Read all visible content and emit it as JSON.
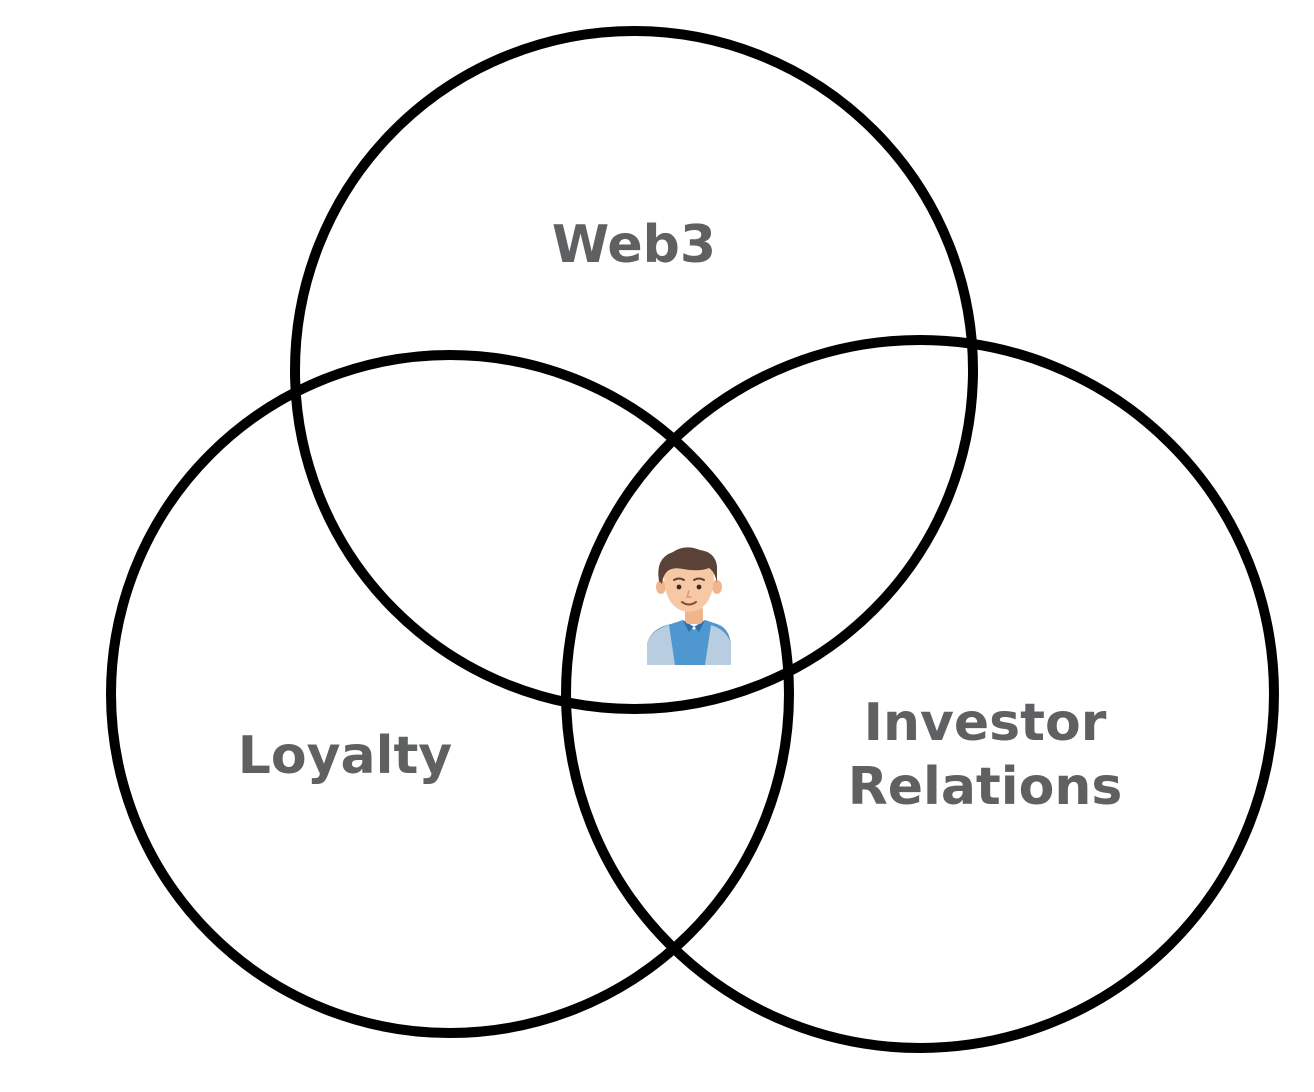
{
  "diagram": {
    "type": "venn",
    "circles": [
      {
        "label_lines": [
          "Web3"
        ]
      },
      {
        "label_lines": [
          "Loyalty"
        ]
      },
      {
        "label_lines": [
          "Investor",
          "Relations"
        ]
      }
    ],
    "center_icon": "person-avatar-icon",
    "colors": {
      "stroke": "#000000",
      "label": "#5f6062",
      "avatar_hair": "#5a4238",
      "avatar_skin": "#f6c8a4",
      "avatar_shirt": "#4e97cf",
      "avatar_vest": "#b9cde0"
    }
  }
}
